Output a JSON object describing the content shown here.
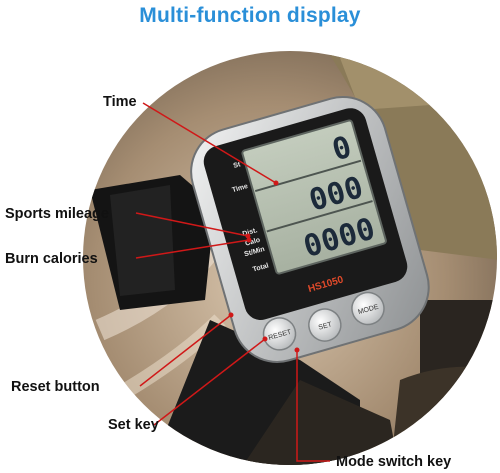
{
  "header": {
    "title": "Multi-function display"
  },
  "callouts": {
    "time": "Time",
    "sports_mileage": "Sports mileage",
    "burn_calories": "Burn calories",
    "reset_button": "Reset button",
    "set_key": "Set key",
    "mode_switch_key": "Mode switch key"
  },
  "device": {
    "model_label": "HS1050",
    "side_labels": {
      "st": "St",
      "time": "Time",
      "dist": "Dist.",
      "calo": "Calo",
      "st_min": "St/Min",
      "total": "Total"
    },
    "lcd_rows": [
      "0",
      "000",
      "0000"
    ],
    "buttons": {
      "reset": "RESET",
      "set": "SET",
      "mode": "MODE"
    }
  },
  "colors": {
    "title": "#2a8fd8",
    "leader_line": "#d01818",
    "panel_silver": "#c9cbcc",
    "panel_dark": "#1a1a1a",
    "lcd_green": "#b7c0b1"
  }
}
